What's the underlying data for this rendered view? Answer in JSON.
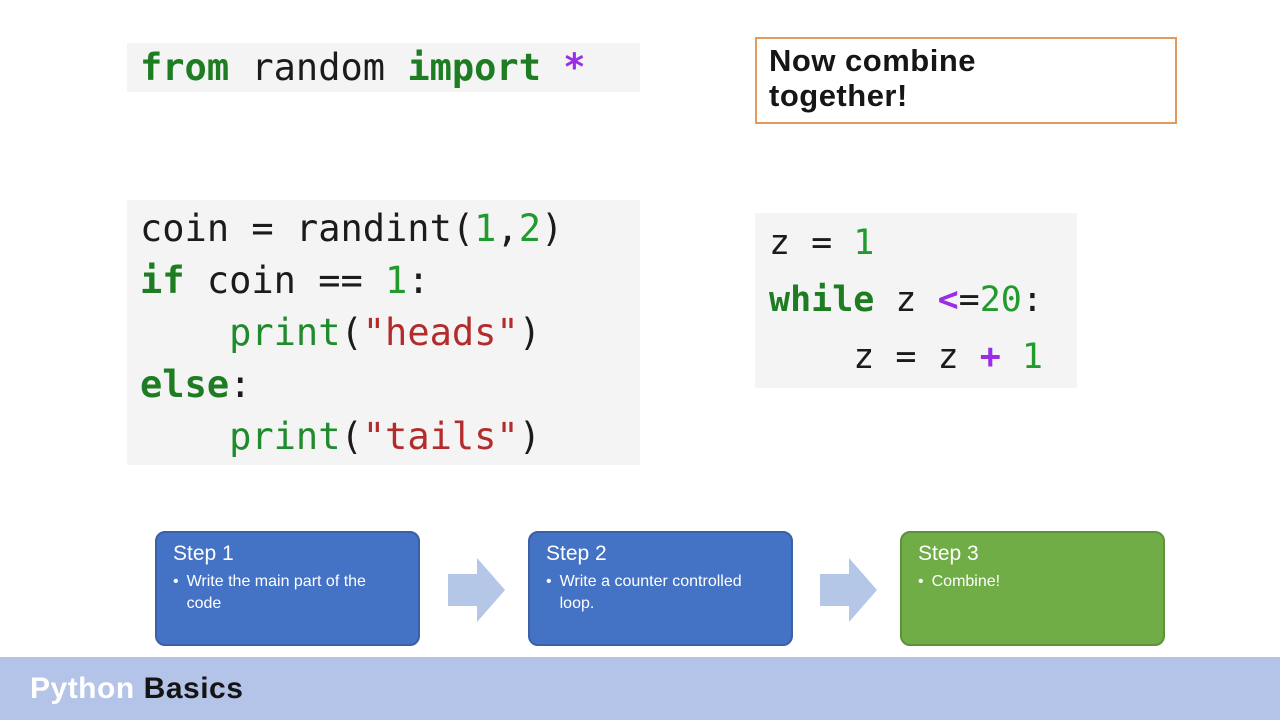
{
  "slide": {
    "background": "#ffffff"
  },
  "callout": {
    "lines": [
      "Now combine",
      "together!"
    ],
    "border_color": "#e19a5a",
    "text_color": "#161616"
  },
  "code_style": {
    "background": "#f4f4f4",
    "txt": {
      "color": "#1b1b1b",
      "bold": false
    },
    "kw": {
      "color": "#1e7d23",
      "bold": true
    },
    "num": {
      "color": "#219a2e",
      "bold": false
    },
    "fn": {
      "color": "#1f8b2c",
      "bold": false
    },
    "str": {
      "color": "#b32b2b",
      "bold": false
    },
    "op": {
      "color": "#9b2de6",
      "bold": true
    }
  },
  "code_blocks": {
    "import_block": {
      "lines": [
        [
          {
            "t": "from",
            "c": "kw"
          },
          {
            "t": " random ",
            "c": "txt"
          },
          {
            "t": "import",
            "c": "kw"
          },
          {
            "t": " ",
            "c": "txt"
          },
          {
            "t": "*",
            "c": "op"
          }
        ]
      ]
    },
    "coin_block": {
      "lines": [
        [
          {
            "t": "coin = randint(",
            "c": "txt"
          },
          {
            "t": "1",
            "c": "num"
          },
          {
            "t": ",",
            "c": "txt"
          },
          {
            "t": "2",
            "c": "num"
          },
          {
            "t": ")",
            "c": "txt"
          }
        ],
        [
          {
            "t": "if",
            "c": "kw"
          },
          {
            "t": " coin == ",
            "c": "txt"
          },
          {
            "t": "1",
            "c": "num"
          },
          {
            "t": ":",
            "c": "txt"
          }
        ],
        [
          {
            "t": "    ",
            "c": "txt"
          },
          {
            "t": "print",
            "c": "fn"
          },
          {
            "t": "(",
            "c": "txt"
          },
          {
            "t": "\"heads\"",
            "c": "str"
          },
          {
            "t": ")",
            "c": "txt"
          }
        ],
        [
          {
            "t": "else",
            "c": "kw"
          },
          {
            "t": ":",
            "c": "txt"
          }
        ],
        [
          {
            "t": "    ",
            "c": "txt"
          },
          {
            "t": "print",
            "c": "fn"
          },
          {
            "t": "(",
            "c": "txt"
          },
          {
            "t": "\"tails\"",
            "c": "str"
          },
          {
            "t": ")",
            "c": "txt"
          }
        ]
      ]
    },
    "while_block": {
      "lines": [
        [
          {
            "t": "z = ",
            "c": "txt"
          },
          {
            "t": "1",
            "c": "num"
          }
        ],
        [
          {
            "t": "while",
            "c": "kw"
          },
          {
            "t": " z ",
            "c": "txt"
          },
          {
            "t": "<",
            "c": "op"
          },
          {
            "t": "=",
            "c": "txt"
          },
          {
            "t": "20",
            "c": "num"
          },
          {
            "t": ":",
            "c": "txt"
          }
        ],
        [
          {
            "t": "    z = z ",
            "c": "txt"
          },
          {
            "t": "+",
            "c": "op"
          },
          {
            "t": " ",
            "c": "txt"
          },
          {
            "t": "1",
            "c": "num"
          }
        ]
      ]
    }
  },
  "diagram": {
    "bullet_glyph": "•",
    "arrow_color": "#b4c7e7",
    "steps": [
      {
        "title": "Step 1",
        "bullet": "Write the main part of the code",
        "fill": "#4472c4",
        "border": "#3a61a5"
      },
      {
        "title": "Step 2",
        "bullet": "Write a counter controlled loop.",
        "fill": "#4472c4",
        "border": "#3a61a5"
      },
      {
        "title": "Step 3",
        "bullet": "Combine!",
        "fill": "#70ad47",
        "border": "#5d9338"
      }
    ]
  },
  "footer": {
    "word_primary": "Python",
    "word_secondary": "Basics",
    "bg": "#b4c3e8",
    "primary_color": "#ffffff",
    "secondary_color": "#141414"
  }
}
